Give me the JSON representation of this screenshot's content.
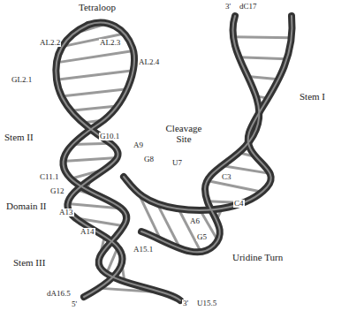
{
  "diagram": {
    "labels": [
      "Tetraloop",
      "3'",
      "dC17",
      "AL2.2",
      "AL2.3",
      "AL2.4",
      "GL2.1",
      "Stem I",
      "Stem II",
      "G10.1",
      "A9",
      "Cleavage Site",
      "G8",
      "U7",
      "C11.1",
      "C3",
      "G12",
      "C4",
      "Domain II",
      "A13",
      "A6",
      "A14",
      "G5",
      "A15.1",
      "Uridine Turn",
      "Stem III",
      "dA16.5",
      "5'",
      "3'",
      "U15.5"
    ]
  }
}
